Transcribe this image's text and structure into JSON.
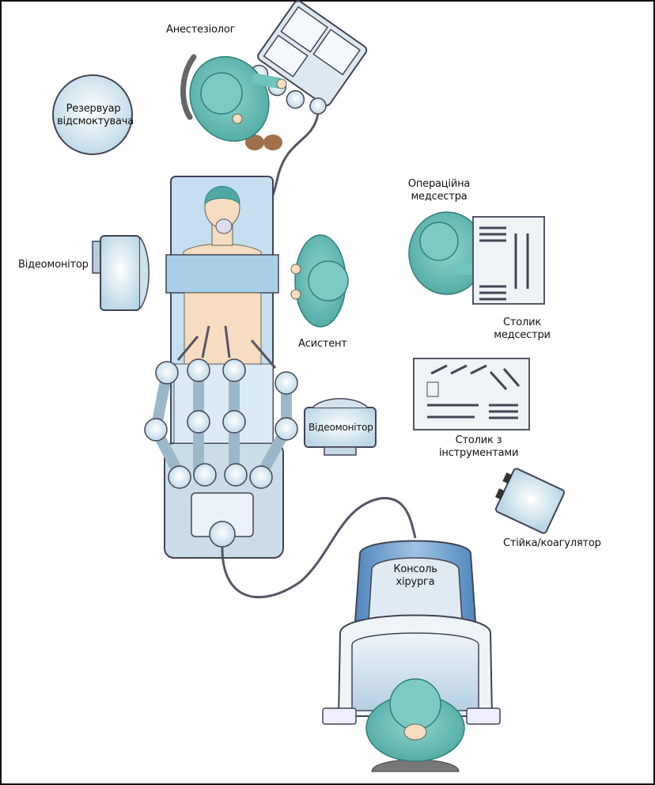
{
  "title": "Robotic operating room layout",
  "labels": {
    "anesthesiologist": "Анестезіолог",
    "suction_reservoir_line1": "Резервуар",
    "suction_reservoir_line2": "відсмоктувача",
    "video_monitor_left": "Відеомонітор",
    "scrub_nurse_line1": "Операційна",
    "scrub_nurse_line2": "медсестра",
    "nurse_table_line1": "Столик",
    "nurse_table_line2": "медсестри",
    "assistant": "Асистент",
    "video_monitor_center": "Відеомонітор",
    "instrument_table_line1": "Столик з",
    "instrument_table_line2": "інструментами",
    "coagulator_stand": "Стійка/коагулятор",
    "surgeon_console_line1": "Консоль",
    "surgeon_console_line2": "хірурга"
  },
  "colors": {
    "gown": "#6fc4bd",
    "gown_dark": "#2f7f7a",
    "equipment": "#cfe3ee",
    "equipment_dark": "#8fb3c6",
    "console_blue": "#5f93c4",
    "skin": "#f6dcc0",
    "drape": "#a9cfe8",
    "outline": "#2c3a44"
  }
}
